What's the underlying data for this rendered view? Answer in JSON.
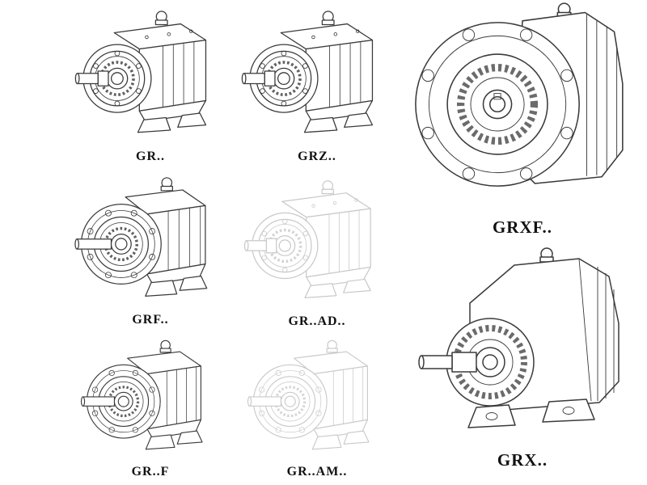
{
  "page": {
    "background": "#ffffff",
    "ink_color": "#3a3a3a",
    "ghost_color": "#c9c9c9",
    "label_color": "#111111"
  },
  "figures": [
    {
      "id": "gr",
      "label": "GR..",
      "style": "solid",
      "drawing": "foot-mounted-helical-gearbox"
    },
    {
      "id": "grz",
      "label": "GRZ..",
      "style": "solid",
      "drawing": "foot-mounted-helical-gearbox"
    },
    {
      "id": "grxf",
      "label": "GRXF..",
      "style": "solid",
      "drawing": "large-flange-mounted-gearbox-front-view"
    },
    {
      "id": "grf",
      "label": "GRF..",
      "style": "solid",
      "drawing": "flange-mounted-helical-gearbox"
    },
    {
      "id": "grad",
      "label": "GR..AD..",
      "style": "ghost",
      "drawing": "helical-gearbox-with-input-adapter"
    },
    {
      "id": "grx",
      "label": "GRX..",
      "style": "solid",
      "drawing": "large-foot-mounted-gearbox"
    },
    {
      "id": "grf2",
      "label": "GR..F",
      "style": "solid",
      "drawing": "foot-flange-helical-gearbox"
    },
    {
      "id": "gram",
      "label": "GR..AM..",
      "style": "ghost",
      "drawing": "helical-gearbox-with-motor-adapter"
    }
  ]
}
